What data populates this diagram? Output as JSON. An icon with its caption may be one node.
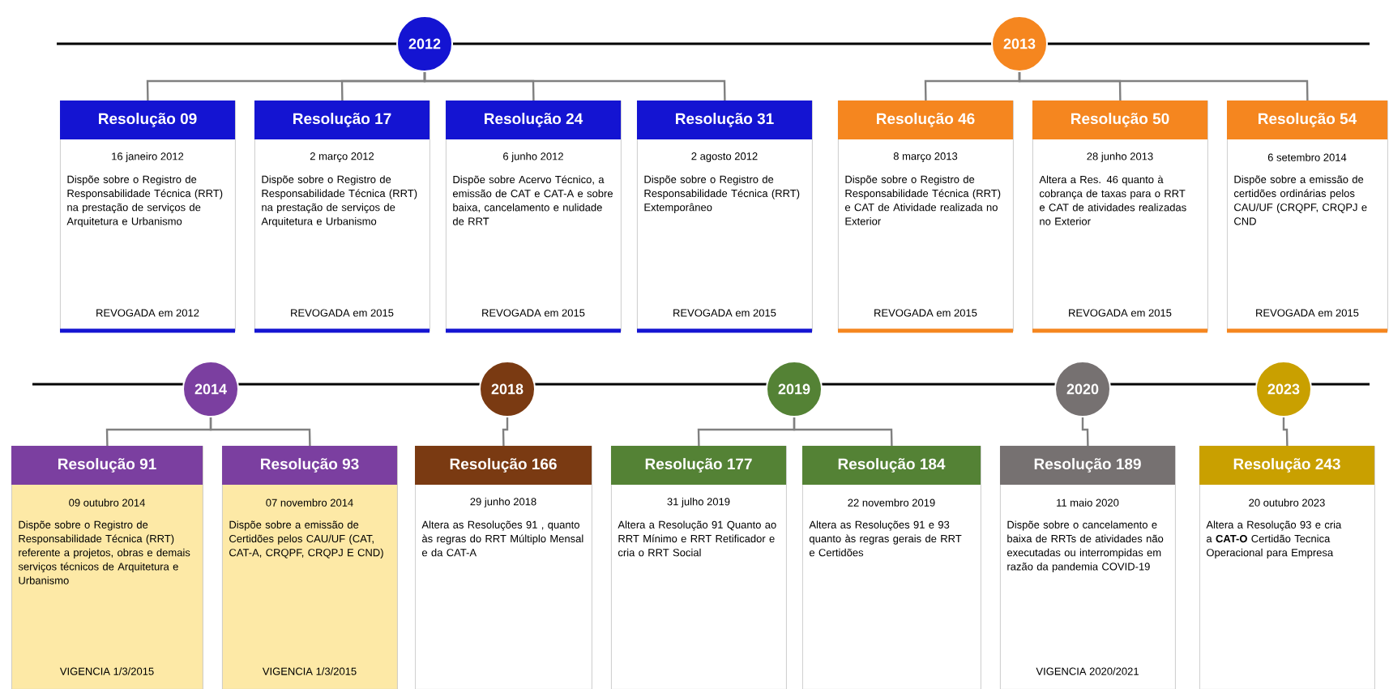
{
  "diagram": {
    "nodes": [
      {
        "text": [
          "2012"
        ]
      },
      {
        "text": [
          "Resolução 09",
          "16 janeiro 2012",
          "Dispõe sobre o Registro de Responsabilidade Técnica (RRT) na prestação de serviços de Arquitetura e Urbanismo",
          "REVOGADA em 2012"
        ]
      },
      {
        "text": [
          "Resolução 17",
          "2 março 2012",
          "Dispõe sobre o Registro de Responsabilidade Técnica (RRT) na prestação de serviços de Arquitetura e Urbanismo",
          "REVOGADA em 2015"
        ]
      },
      {
        "text": [
          "Resolução 24",
          "6 junho 2012",
          "Dispõe sobre Acervo Técnico, a emissão de CAT e CAT-A e sobre baixa, cancelamento e nulidade de RRT",
          "REVOGADA em 2015"
        ]
      },
      {
        "text": [
          "Resolução 31",
          "2 agosto 2012",
          "Dispõe sobre o Registro de Responsabilidade Técnica (RRT) Extemporâneo",
          "REVOGADA em 2015"
        ]
      },
      {
        "text": [
          "2013"
        ]
      },
      {
        "text": [
          "Resolução 46",
          "8 março 2013",
          "Dispõe sobre o Registro de Responsabilidade Técnica (RRT) e CAT de Atividade realizada no Exterior",
          "REVOGADA em 2015"
        ]
      },
      {
        "text": [
          "Resolução 50",
          "28 junho 2013",
          "Altera a Res. 46 quanto à cobrança de taxas para o RRT e CAT de atividades realizadas no Exterior",
          "REVOGADA em 2015"
        ]
      },
      {
        "text": [
          "Resolução 54",
          "6 setembro 2014",
          "Dispõe sobre a emissão de certidões ordinárias pelos CAU/UF (CRQPF, CRQPJ e CND",
          "REVOGADA em 2015"
        ]
      },
      {
        "text": [
          "2014"
        ]
      },
      {
        "text": [
          "Resolução 91",
          "09 outubro 2014",
          "Dispõe sobre o Registro de Responsabilidade Técnica (RRT) referente a projetos, obras e demais serviços técnicos de Arquitetura e Urbanismo",
          "VIGENCIA 1/3/2015"
        ]
      },
      {
        "text": [
          "Resolução 93",
          "07 novembro 2014",
          "Dispõe sobre a emissão de Certidões pelos CAU/UF (CAT, CAT-A, CRQPF, CRQPJ E CND)",
          "VIGENCIA 1/3/2015"
        ]
      },
      {
        "text": [
          "2018"
        ]
      },
      {
        "text": [
          "Resolução 166",
          "29 junho 2018",
          "Altera as Resoluções 91 , quanto às regras do RRT Múltiplo Mensal e da CAT-A"
        ]
      },
      {
        "text": [
          "2019"
        ]
      },
      {
        "text": [
          "Resolução 177",
          "31 julho 2019",
          "Altera a Resolução 91 Quanto ao RRT Mínimo e RRT Retificador e cria o RRT Social"
        ]
      },
      {
        "text": [
          "Resolução 184",
          "22 novembro 2019",
          "Altera as Resoluções 91 e 93 quanto às regras gerais de RRT e Certidões"
        ]
      },
      {
        "text": [
          "2020"
        ]
      },
      {
        "text": [
          "Resolução 189",
          "11 maio 2020",
          "Dispõe sobre o cancelamento e baixa de RRTs de atividades não executadas ou interrompidas em razão da pandemia COVID-19",
          "VIGENCIA 2020/2021"
        ]
      },
      {
        "text": [
          "2023"
        ]
      },
      {
        "text": [
          "Resolução 243",
          "20 outubro 2023",
          "Altera a Resolução 93 e cria a **CAT-O** Certidão Tecnica Operacional para Empresa"
        ]
      }
    ],
    "edges": [
      {
        "from": 0,
        "to": 1,
        "arrow": "none"
      },
      {
        "from": 0,
        "to": 2,
        "arrow": "none"
      },
      {
        "from": 0,
        "to": 3,
        "arrow": "none"
      },
      {
        "from": 0,
        "to": 4,
        "arrow": "none"
      },
      {
        "from": 5,
        "to": 6,
        "arrow": "none"
      },
      {
        "from": 5,
        "to": 7,
        "arrow": "none"
      },
      {
        "from": 5,
        "to": 8,
        "arrow": "none"
      },
      {
        "from": 9,
        "to": 10,
        "arrow": "none"
      },
      {
        "from": 9,
        "to": 11,
        "arrow": "none"
      },
      {
        "from": 12,
        "to": 13,
        "arrow": "none"
      },
      {
        "from": 14,
        "to": 15,
        "arrow": "none"
      },
      {
        "from": 14,
        "to": 16,
        "arrow": "none"
      },
      {
        "from": 17,
        "to": 18,
        "arrow": "none"
      },
      {
        "from": 19,
        "to": 20,
        "arrow": "none"
      }
    ]
  }
}
